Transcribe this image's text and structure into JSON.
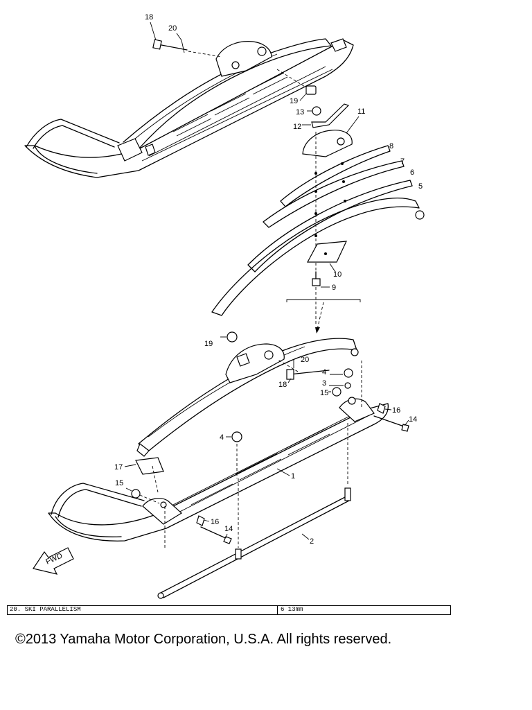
{
  "callouts": {
    "c18a": "18",
    "c20a": "20",
    "c19a": "19",
    "c13": "13",
    "c12": "12",
    "c11": "11",
    "c8": "8",
    "c7": "7",
    "c6": "6",
    "c5": "5",
    "c10": "10",
    "c9": "9",
    "c19b": "19",
    "c20b": "20",
    "c18b": "18",
    "c4a": "4",
    "c3": "3",
    "c15a": "15",
    "c16a": "16",
    "c14a": "14",
    "c4b": "4",
    "c17": "17",
    "c1": "1",
    "c15b": "15",
    "c16b": "16",
    "c14b": "14",
    "c2": "2"
  },
  "front_arrow_label": "FWD",
  "spec_table": {
    "item": "20.  SKI PARALLELISM",
    "value": "6 13mm"
  },
  "copyright": "©2013 Yamaha Motor Corporation, U.S.A. All rights reserved."
}
